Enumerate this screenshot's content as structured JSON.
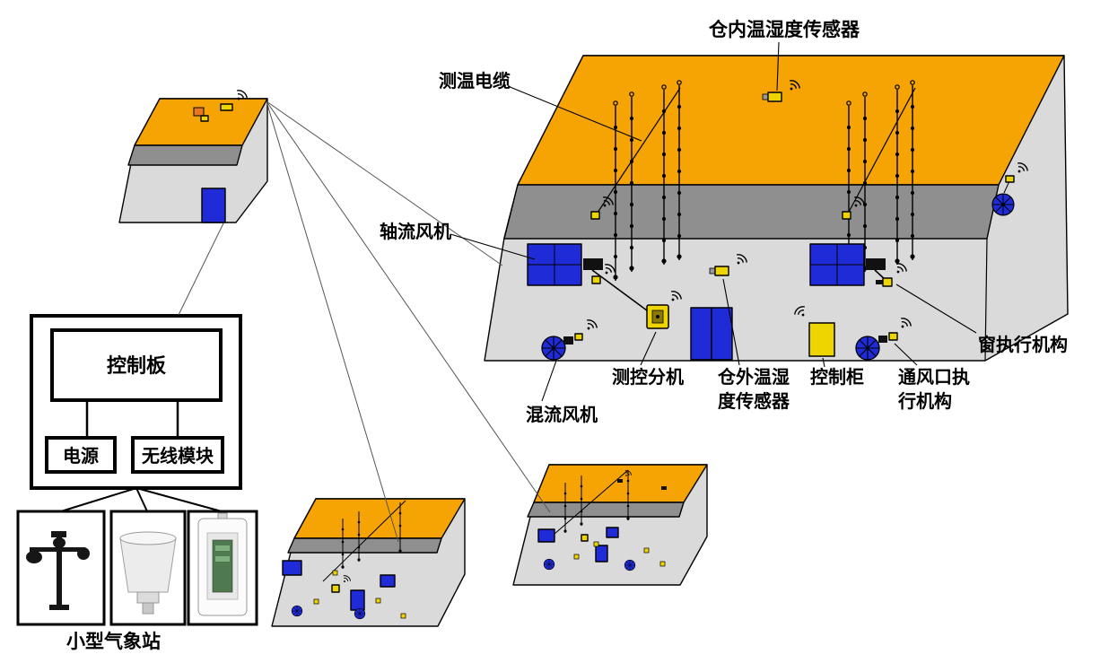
{
  "diagram": {
    "labels": {
      "inside_sensor": "仓内温湿度传感器",
      "temp_cable": "测温电缆",
      "axial_fan": "轴流风机",
      "monitor_unit": "测控分机",
      "mixed_fan": "混流风机",
      "outside_sensor": "仓外温湿度传感器",
      "control_cabinet": "控制柜",
      "vent_actuator": "通风口执行机构",
      "window_actuator": "窗执行机构",
      "weather_station": "小型气象站",
      "control_board": "控制板",
      "power": "电源",
      "wireless_module": "无线模块"
    },
    "icons": {
      "wifi": "wifi-signal-icon",
      "cable": "temperature-cable-icon",
      "fan_round": "mixed-flow-fan-icon"
    },
    "colors": {
      "roof": "#F6A404",
      "wall_light": "#DADADA",
      "wall_dark": "#8F8F8F",
      "device_blue": "#1E2BD6",
      "sensor_yellow": "#EFD500",
      "outline": "#000000"
    }
  }
}
